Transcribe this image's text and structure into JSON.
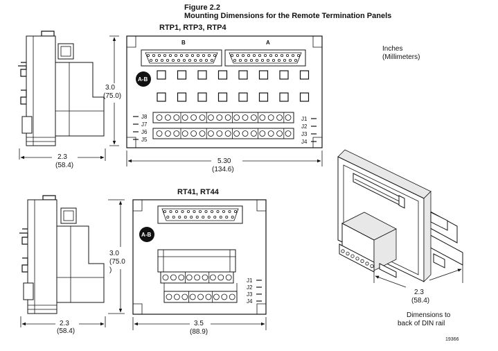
{
  "figure": {
    "number": "Figure 2.2",
    "title": "Mounting Dimensions for the Remote Termination Panels"
  },
  "units_note": {
    "line1": "Inches",
    "line2": "(Millimeters)"
  },
  "top_panel": {
    "model_label": "RTP1, RTP3, RTP4",
    "connector_b": "B",
    "connector_a": "A",
    "logo_text": "A-B",
    "left_jacks": [
      "J8",
      "J7",
      "J6",
      "J5"
    ],
    "right_jacks": [
      "J1",
      "J2",
      "J3",
      "J4"
    ],
    "side_height": "3.0",
    "side_height_mm": "(75.0)",
    "side_depth": "2.3",
    "side_depth_mm": "(58.4)",
    "front_width": "5.30",
    "front_width_mm": "(134.6)"
  },
  "bottom_panel": {
    "model_label": "RT41, RT44",
    "logo_text": "A-B",
    "right_jacks": [
      "J1",
      "J2",
      "J3",
      "J4"
    ],
    "side_height": "3.0",
    "side_height_mm": "(75.0",
    "side_height_tail": ")",
    "side_depth": "2.3",
    "side_depth_mm": "(58.4)",
    "front_width": "3.5",
    "front_width_mm": "(88.9)"
  },
  "iso_view": {
    "depth": "2.3",
    "depth_mm": "(58.4)",
    "note_line1": "Dimensions to",
    "note_line2": "back of DIN rail"
  },
  "figure_id": "19366"
}
